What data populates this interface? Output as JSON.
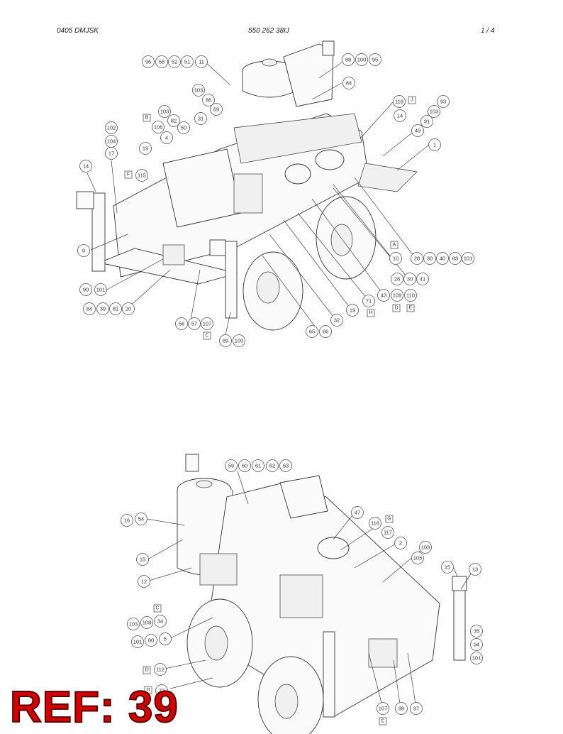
{
  "header": {
    "left": "0405 DMJSK",
    "center": "550 262 38IJ",
    "right": "1 /   4"
  },
  "reference_label": "REF: 39",
  "top_view": {
    "callouts": [
      "96",
      "58",
      "52",
      "51",
      "11",
      "88",
      "100",
      "95",
      "103",
      "86",
      "84",
      "69",
      "118",
      "93",
      "103",
      "82",
      "31",
      "14",
      "103",
      "91",
      "106",
      "50",
      "102",
      "4",
      "49",
      "104",
      "17",
      "19",
      "1",
      "14",
      "115",
      "9",
      "10",
      "28",
      "30",
      "40",
      "83",
      "101",
      "28",
      "30",
      "41",
      "90",
      "101",
      "43",
      "109",
      "110",
      "71",
      "84",
      "39",
      "81",
      "20",
      "19",
      "65",
      "66",
      "32",
      "56",
      "57",
      "107",
      "89",
      "100"
    ],
    "box_labels": [
      "J",
      "B",
      "F",
      "A",
      "H",
      "D",
      "E",
      "C"
    ]
  },
  "bottom_view": {
    "callouts": [
      "59",
      "60",
      "61",
      "62",
      "63",
      "47",
      "16",
      "54",
      "118",
      "117",
      "15",
      "2",
      "103",
      "105",
      "12",
      "15",
      "13",
      "103",
      "108",
      "34",
      "101",
      "80",
      "5",
      "35",
      "94",
      "101",
      "112",
      "72",
      "107",
      "98",
      "97"
    ],
    "box_labels": [
      "G",
      "C",
      "D",
      "H",
      "C"
    ]
  }
}
